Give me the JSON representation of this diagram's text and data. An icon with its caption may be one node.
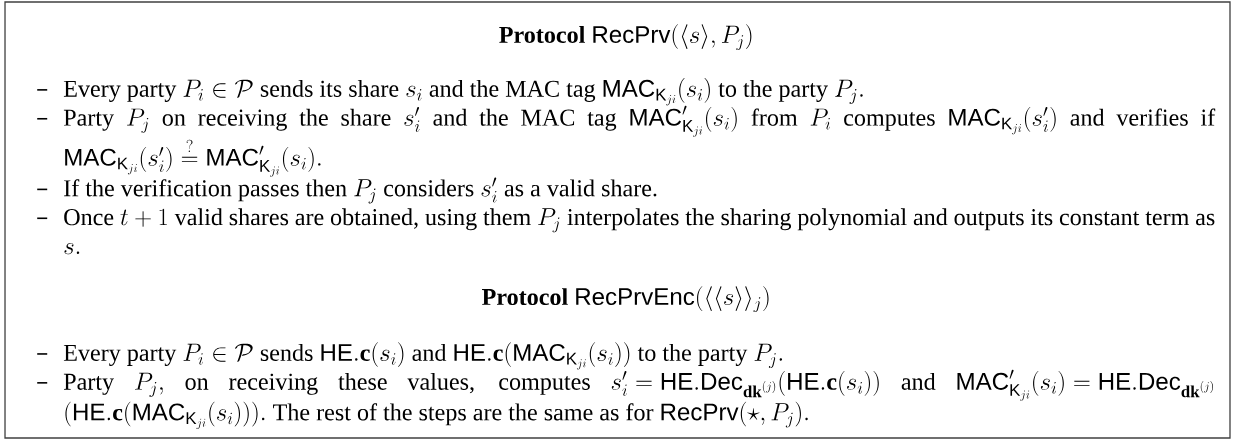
{
  "diagram": {
    "labels": [
      "Protocol",
      "\\mathsf{RecPrv}(\\langle s\\rangle, P_j)",
      "Every party",
      "P_i \\in \\mathcal{P}",
      "sends its share",
      "s_i",
      "and the MAC tag",
      "\\mathsf{MAC}_{\\mathsf{K}_{ji}}(s_i)",
      "to the party",
      "P_j.",
      "Party",
      "P_j",
      "on receiving the share",
      "s_i'",
      "and the MAC tag",
      "\\mathsf{MAC}'_{\\mathsf{K}_{ji}}(s_i)",
      "from",
      "P_i",
      "computes",
      "\\mathsf{MAC}_{\\mathsf{K}_{ji}}(s_i')",
      "and verifies if",
      "\\mathsf{MAC}_{\\mathsf{K}_{ji}}(s_i') \\stackrel{?}{=} \\mathsf{MAC}'_{\\mathsf{K}_{ji}}(s_i).",
      "If the verification passes then",
      "P_j",
      "considers",
      "s_i'",
      "as a valid share.",
      "Once",
      "t+1",
      "valid shares are obtained, using them",
      "P_j",
      "interpolates the sharing polynomial and outputs its constant term as",
      "s.",
      "Protocol",
      "\\mathsf{RecPrvEnc}(\\langle\\langle s\\rangle\\rangle_j)",
      "Every party",
      "P_i \\in \\mathcal{P}",
      "sends",
      "\\mathsf{HE}.\\mathbf{c}(s_i)",
      "and",
      "\\mathsf{HE}.\\mathbf{c}(\\mathsf{MAC}_{\\mathsf{K}_{ji}}(s_i))",
      "to the party",
      "P_j.",
      "Party",
      "P_j,",
      "on receiving these values, computes",
      "s_i' = \\mathsf{HE}.\\mathsf{Dec}_{\\mathbf{dk}^{(j)}}(\\mathsf{HE}.\\mathbf{c}(s_i))",
      "and",
      "\\mathsf{MAC}'_{\\mathsf{K}_{ji}}(s_i) = \\mathsf{HE}.\\mathsf{Dec}_{\\mathbf{dk}^{(j)}}",
      "(\\mathsf{HE}.\\mathbf{c}(\\mathsf{MAC}_{\\mathsf{K}_{ji}}(s_i))).",
      "The rest of the steps are the same as for",
      "\\mathsf{RecPrv}(\\star, P_j)."
    ]
  }
}
